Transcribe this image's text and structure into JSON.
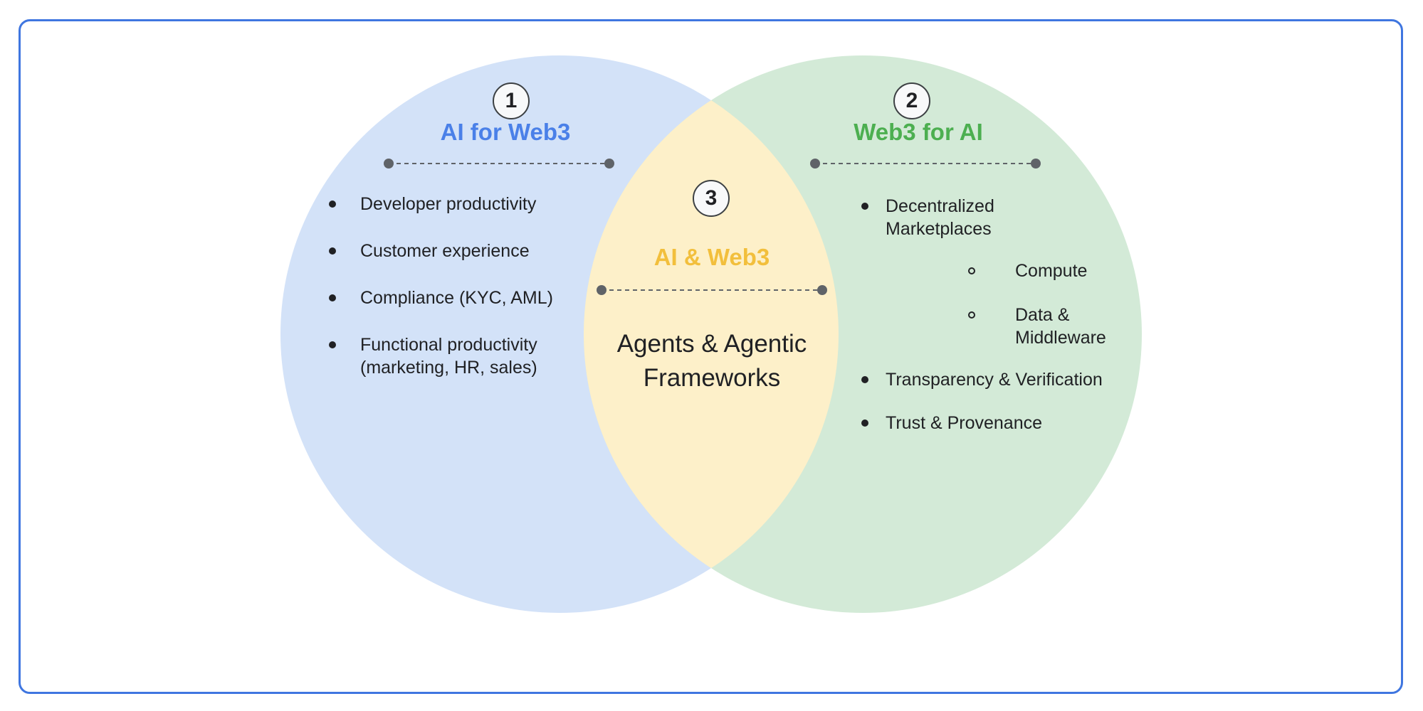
{
  "left_section": {
    "number": "1",
    "title": "AI for Web3",
    "items": [
      "Developer productivity",
      "Customer experience",
      "Compliance (KYC, AML)",
      "Functional productivity (marketing, HR, sales)"
    ]
  },
  "right_section": {
    "number": "2",
    "title": "Web3 for AI",
    "items": [
      "Decentralized Marketplaces",
      "Compute",
      "Data & Middleware",
      "Transparency & Verification",
      "Trust & Provenance"
    ]
  },
  "center_section": {
    "number": "3",
    "title": "AI & Web3",
    "body": "Agents & Agentic Frameworks"
  },
  "colors": {
    "frame_border": "#3f76e0",
    "left_fill": "#d3e2f8",
    "right_fill": "#d3ead7",
    "overlap_fill": "#fdf0c9",
    "left_title": "#4a80e8",
    "right_title": "#4caf50",
    "center_title": "#f2bf3c",
    "connector": "#5f6368"
  }
}
